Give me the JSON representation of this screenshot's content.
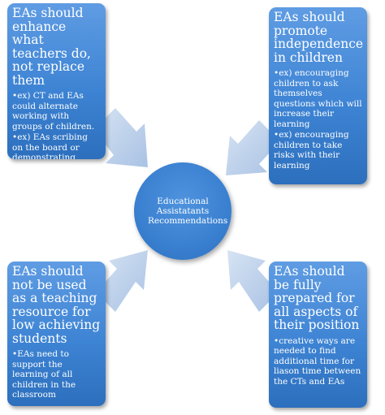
{
  "center": {
    "label": "Educational Assistatants Recommendations"
  },
  "boxes": {
    "top_left": {
      "heading": "EAs should enhance what teachers do,  not replace them",
      "bullets": [
        "ex) CT and EAs could alternate working with groups of children.",
        "ex) EAs scribing on the board or demonstrating activities"
      ]
    },
    "top_right": {
      "heading": "EAs should promote independence in children",
      "bullets": [
        "ex) encouraging children to ask themselves questions which will increase their learning",
        "ex) encouraging children to take risks with their learning"
      ]
    },
    "bottom_left": {
      "heading": "EAs should not be used as a teaching resource for low achieving students",
      "bullets": [
        "EAs need to support the learning of all children in the classroom"
      ]
    },
    "bottom_right": {
      "heading": "EAs should be fully prepared for all aspects of their position",
      "bullets": [
        "creative ways are needed to find additional time for liason time between the CTs and EAs"
      ]
    }
  },
  "colors": {
    "box_dark": "#2c6fbd",
    "box_light": "#5f9ce3",
    "arrow": "#b8cde8"
  }
}
